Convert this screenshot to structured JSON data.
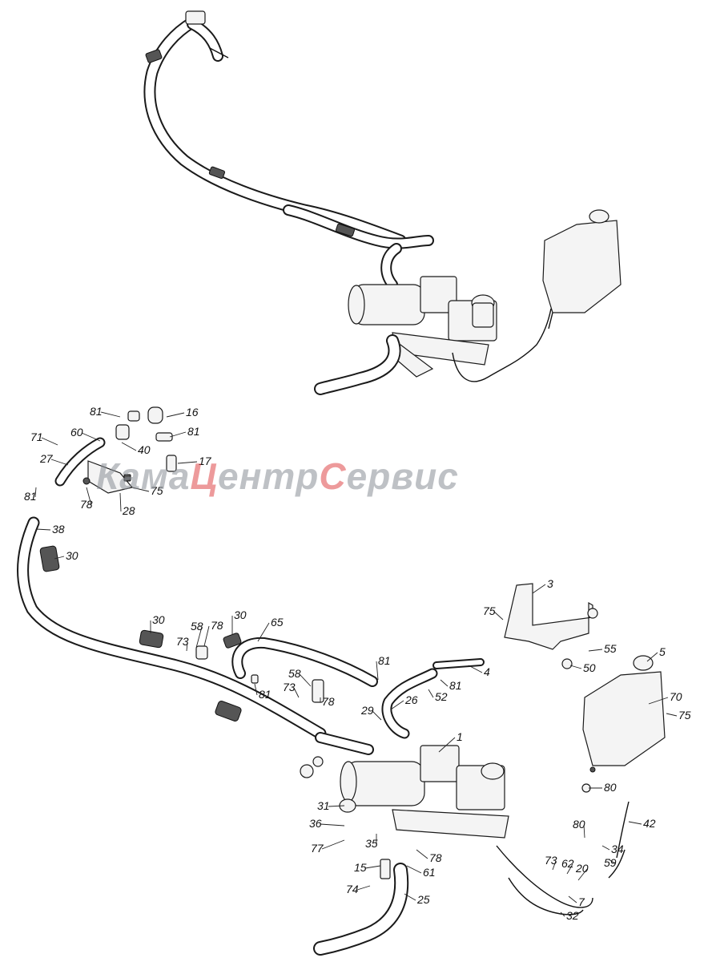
{
  "watermark": {
    "parts": [
      {
        "text": "Кама",
        "color": "#8a8f96"
      },
      {
        "text": "Ц",
        "color": "#e0484a"
      },
      {
        "text": "ентр",
        "color": "#8a8f96"
      },
      {
        "text": "С",
        "color": "#e0484a"
      },
      {
        "text": "ервис",
        "color": "#8a8f96"
      }
    ]
  },
  "callouts": [
    "81",
    "16",
    "71",
    "60",
    "40",
    "81",
    "27",
    "17",
    "81",
    "78",
    "28",
    "75",
    "38",
    "30",
    "3",
    "30",
    "58",
    "78",
    "30",
    "65",
    "75",
    "73",
    "55",
    "5",
    "81",
    "4",
    "58",
    "50",
    "73",
    "81",
    "78",
    "81",
    "52",
    "70",
    "29",
    "26",
    "75",
    "1",
    "80",
    "31",
    "80",
    "42",
    "36",
    "34",
    "77",
    "35",
    "78",
    "59",
    "15",
    "61",
    "73",
    "62",
    "20",
    "74",
    "25",
    "7",
    "32"
  ]
}
